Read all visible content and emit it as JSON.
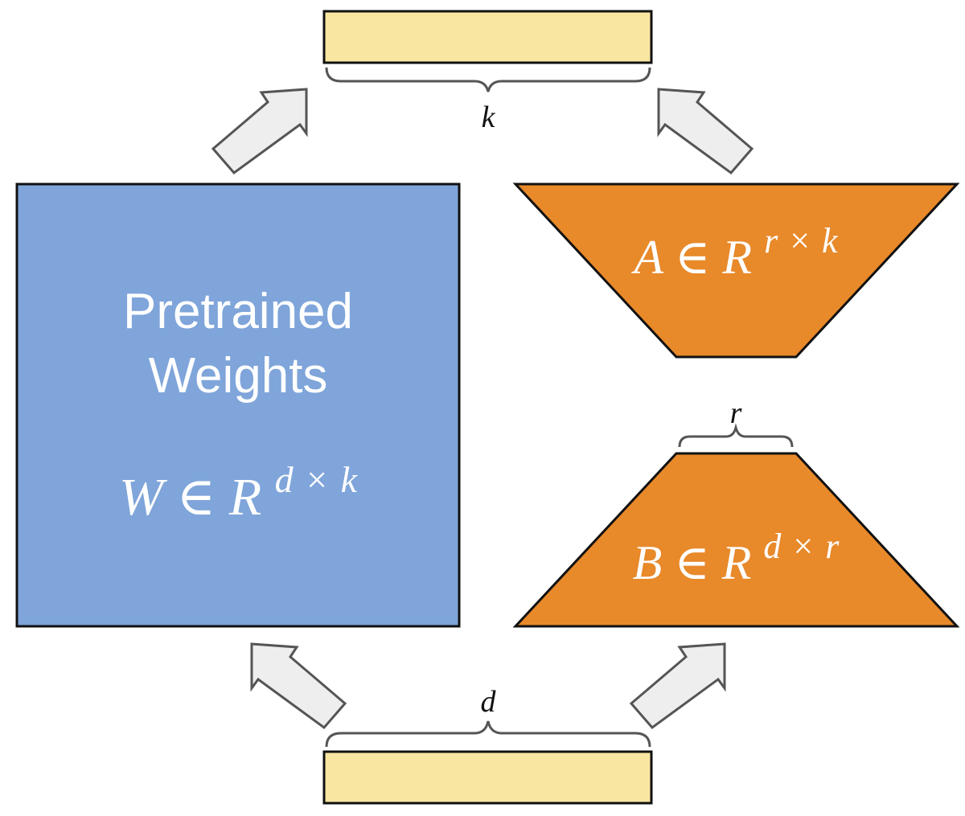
{
  "colors": {
    "weights": "#7fa5da",
    "low_rank": "#e8892a",
    "vector": "#f9e6a1",
    "arrow_fill": "#eeeeee",
    "arrow_stroke": "#555555",
    "outline": "#111111",
    "brace": "#555555"
  },
  "weights_block": {
    "title_line1": "Pretrained",
    "title_line2": "Weights",
    "formula": {
      "var": "W",
      "set": "R",
      "op": "∈",
      "sup_a": "d",
      "sup_b": "k",
      "times": "×"
    }
  },
  "matrix_a": {
    "formula": {
      "var": "A",
      "set": "R",
      "op": "∈",
      "sup_a": "r",
      "sup_b": "k",
      "times": "×"
    }
  },
  "matrix_b": {
    "formula": {
      "var": "B",
      "set": "R",
      "op": "∈",
      "sup_a": "d",
      "sup_b": "r",
      "times": "×"
    }
  },
  "dimensions": {
    "output": "k",
    "input": "d",
    "rank": "r"
  }
}
